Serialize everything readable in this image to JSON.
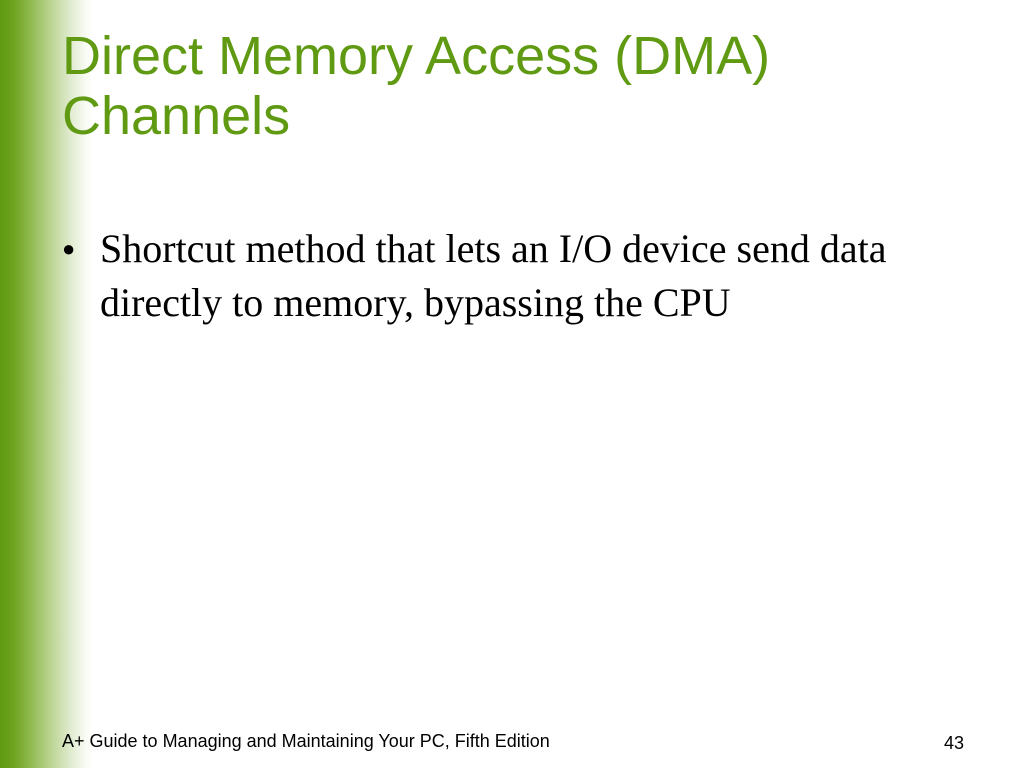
{
  "slide": {
    "title": "Direct Memory Access (DMA)\nChannels",
    "bullets": [
      {
        "text": "Shortcut method that lets an I/O device send data directly to memory, bypassing the CPU"
      }
    ],
    "footer": "A+ Guide to Managing and Maintaining Your PC, Fifth Edition",
    "page_number": "43",
    "colors": {
      "accent": "#5f9a12",
      "text": "#000000",
      "background": "#ffffff"
    }
  }
}
